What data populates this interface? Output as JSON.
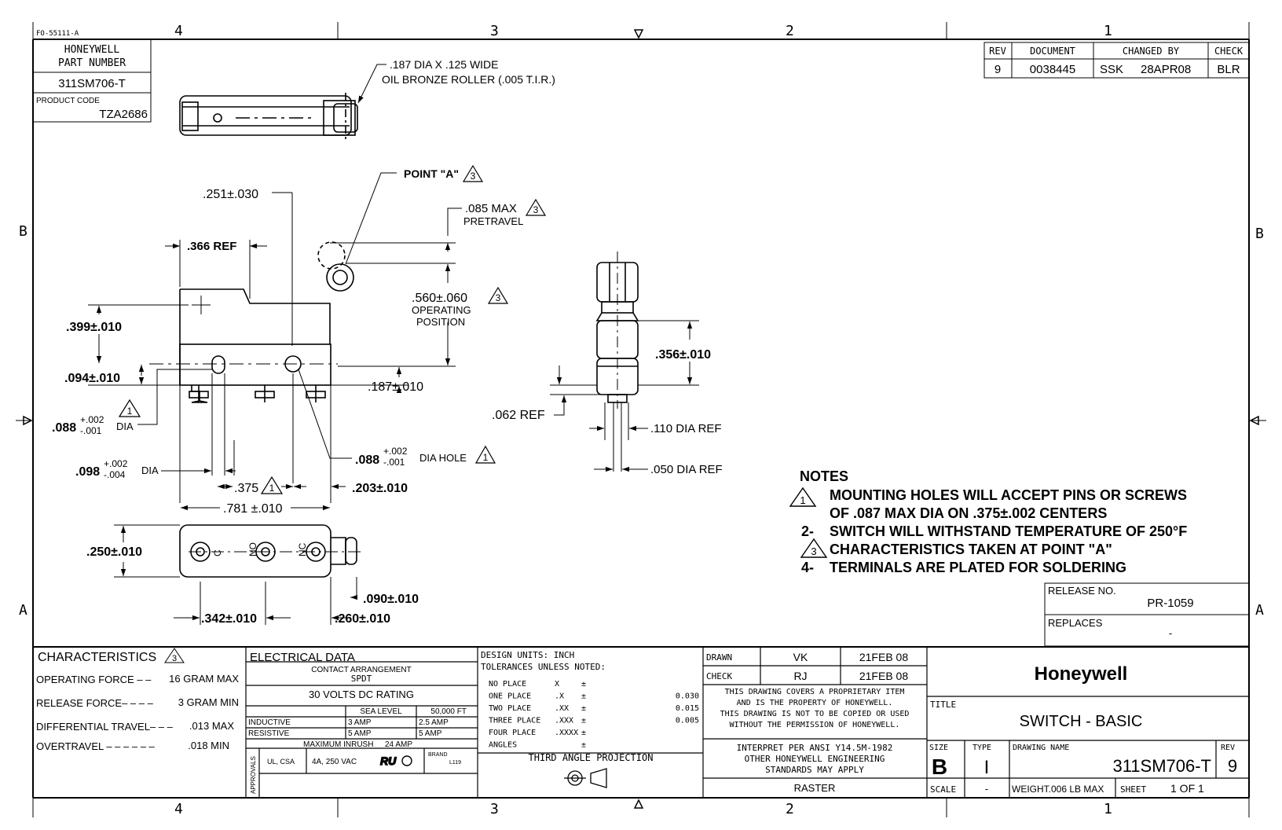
{
  "form_number": "FO-55111-A",
  "zones": {
    "columns": [
      "4",
      "3",
      "2",
      "1"
    ],
    "rows": [
      "B",
      "A"
    ]
  },
  "part_block": {
    "label_line1": "HONEYWELL",
    "label_line2": "PART NUMBER",
    "part_number": "311SM706-T",
    "product_code_label": "PRODUCT CODE",
    "product_code": "TZA2686"
  },
  "revision_block": {
    "headers": [
      "REV",
      "DOCUMENT",
      "CHANGED BY",
      "CHECK"
    ],
    "rev": "9",
    "document": "0038445",
    "changed_by": "SSK",
    "date": "28APR08",
    "check": "BLR"
  },
  "callouts": {
    "roller_line1": ".187 DIA X .125 WIDE",
    "roller_line2": "OIL BRONZE ROLLER (.005 T.I.R.)",
    "point_a": "POINT \"A\"",
    "flag_3": "3",
    "flag_1": "1",
    "dim_251": ".251±.030",
    "dim_085": ".085 MAX",
    "pretravel": "PRETRAVEL",
    "dim_366": ".366 REF",
    "dim_560": ".560±.060",
    "operating": "OPERATING",
    "position": "POSITION",
    "dim_399": ".399±.010",
    "dim_094": ".094±.010",
    "dim_187": ".187±.010",
    "dim_088_base": ".088",
    "tol_plus_002": "+.002",
    "tol_minus_001": "-.001",
    "tol_minus_004": "-.004",
    "dia": "DIA",
    "dia_hole": "DIA HOLE",
    "dim_098_base": ".098",
    "dim_375": ".375",
    "dim_203": ".203±.010",
    "dim_781": ".781 ±.010",
    "dim_250": ".250±.010",
    "dim_090": ".090±.010",
    "dim_342": ".342±.010",
    "dim_260": ".260±.010",
    "dim_356": ".356±.010",
    "dim_062": ".062 REF",
    "dim_110": ".110 DIA REF",
    "dim_050": ".050 DIA REF",
    "term_c": "C",
    "term_no": "NO",
    "term_nc": "NC"
  },
  "notes": {
    "heading": "NOTES",
    "items": [
      {
        "marker": "1",
        "line1": "MOUNTING HOLES WILL ACCEPT PINS OR SCREWS",
        "line2": "OF .087 MAX DIA ON .375±.002 CENTERS"
      },
      {
        "marker": "2-",
        "line1": "SWITCH WILL WITHSTAND TEMPERATURE OF 250°F"
      },
      {
        "marker": "3",
        "line1": "CHARACTERISTICS TAKEN AT POINT \"A\""
      },
      {
        "marker": "4-",
        "line1": "TERMINALS ARE PLATED FOR SOLDERING"
      }
    ]
  },
  "release": {
    "release_label": "RELEASE NO.",
    "release_no": "PR-1059",
    "replaces_label": "REPLACES",
    "replaces_value": "-"
  },
  "characteristics": {
    "title": "CHARACTERISTICS",
    "rows": [
      {
        "label": "OPERATING FORCE – –",
        "value": "16 GRAM MAX"
      },
      {
        "label": "RELEASE FORCE– – – –",
        "value": "3 GRAM MIN"
      },
      {
        "label": "DIFFERENTIAL TRAVEL– – –",
        "value": ".013 MAX"
      },
      {
        "label": "OVERTRAVEL – – – – – –",
        "value": ".018 MIN"
      }
    ]
  },
  "electrical": {
    "title": "ELECTRICAL DATA",
    "contact_arrangement_label": "CONTACT ARRANGEMENT",
    "contact_arrangement": "SPDT",
    "rating": "30 VOLTS DC RATING",
    "sea_level": "SEA LEVEL",
    "altitude": "50,000 FT",
    "inductive_label": "INDUCTIVE",
    "inductive_sea": "3 AMP",
    "inductive_alt": "2.5 AMP",
    "resistive_label": "RESISTIVE",
    "resistive_sea": "5 AMP",
    "resistive_alt": "5 AMP",
    "inrush_label": "MAXIMUM INRUSH",
    "inrush_value": "24 AMP",
    "approvals_label": "APPROVALS",
    "approval_agency": "UL, CSA",
    "approval_rating": "4A, 250 VAC",
    "brand_label": "BRAND",
    "brand_code": "L119"
  },
  "tolerances": {
    "design_units": "DESIGN UNITS:  INCH",
    "unless_noted": "TOLERANCES UNLESS NOTED:",
    "rows": [
      {
        "places": "NO PLACE",
        "format": "X",
        "pm": "±",
        "value": ""
      },
      {
        "places": "ONE PLACE",
        "format": ".X",
        "pm": "±",
        "value": "0.030"
      },
      {
        "places": "TWO PLACE",
        "format": ".XX",
        "pm": "±",
        "value": "0.015"
      },
      {
        "places": "THREE PLACE",
        "format": ".XXX",
        "pm": "±",
        "value": "0.005"
      },
      {
        "places": "FOUR PLACE",
        "format": ".XXXX",
        "pm": "±",
        "value": ""
      },
      {
        "places": "ANGLES",
        "format": "",
        "pm": "±",
        "value": ""
      }
    ],
    "projection": "THIRD ANGLE PROJECTION"
  },
  "approval_block": {
    "drawn_label": "DRAWN",
    "drawn_by": "VK",
    "drawn_date": "21FEB 08",
    "check_label": "CHECK",
    "check_by": "RJ",
    "check_date": "21FEB 08",
    "proprietary": [
      "THIS DRAWING COVERS A PROPRIETARY ITEM",
      "AND IS THE PROPERTY OF HONEYWELL.",
      "THIS DRAWING IS NOT TO BE COPIED OR USED",
      "WITHOUT THE PERMISSION OF HONEYWELL."
    ],
    "interpret": [
      "INTERPRET PER ANSI Y14.5M-1982",
      "OTHER HONEYWELL ENGINEERING",
      "STANDARDS MAY APPLY"
    ],
    "raster": "RASTER"
  },
  "title_block": {
    "company": "Honeywell",
    "title_label": "TITLE",
    "title": "SWITCH - BASIC",
    "size_label": "SIZE",
    "size": "B",
    "type_label": "TYPE",
    "type": "I",
    "drawing_name_label": "DRAWING NAME",
    "drawing_name": "311SM706-T",
    "rev_label": "REV",
    "rev": "9",
    "scale_label": "SCALE",
    "scale": "-",
    "weight": "WEIGHT.006 LB MAX",
    "sheet_label": "SHEET",
    "sheet": "1 OF 1"
  }
}
